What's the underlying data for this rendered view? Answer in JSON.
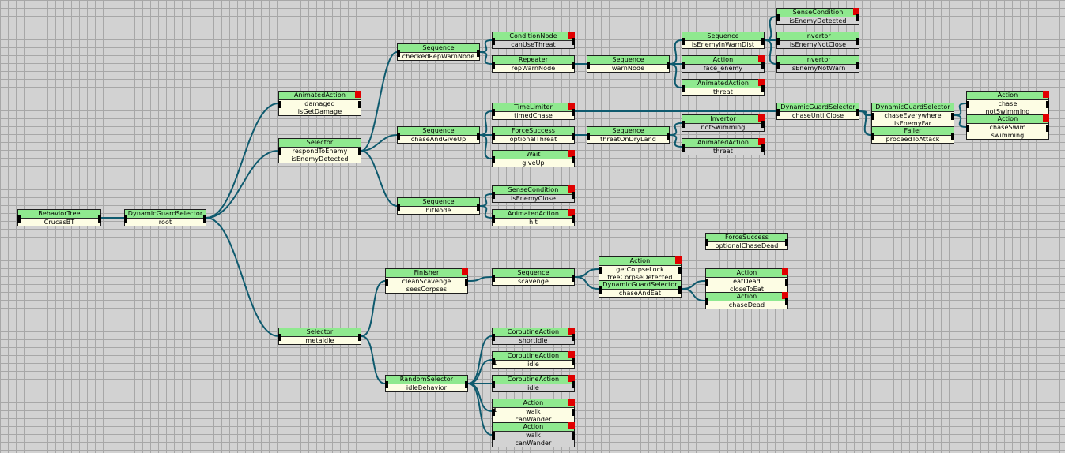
{
  "palette": {
    "header": "#8fe98f",
    "body": "#fdfde4",
    "inactive": "#d3d3d3",
    "badge": "#e00000",
    "edge": "#0e5a6e"
  },
  "nodes": [
    {
      "id": "n_bt",
      "type": "BehaviorTree",
      "lines": [
        "CrucasBT"
      ]
    },
    {
      "id": "n_root",
      "type": "DynamicGuardSelector",
      "lines": [
        "root"
      ]
    },
    {
      "id": "n_dmg",
      "type": "AnimatedAction",
      "lines": [
        "damaged",
        "isGetDamage"
      ],
      "badge": true
    },
    {
      "id": "n_respond",
      "type": "Selector",
      "lines": [
        "respondToEnemy",
        "isEnemyDetected"
      ]
    },
    {
      "id": "n_metaidle",
      "type": "Selector",
      "lines": [
        "metaIdle"
      ]
    },
    {
      "id": "n_crwn",
      "type": "Sequence",
      "lines": [
        "checkedRepWarnNode"
      ]
    },
    {
      "id": "n_cag",
      "type": "Sequence",
      "lines": [
        "chaseAndGiveUp"
      ]
    },
    {
      "id": "n_hit",
      "type": "Sequence",
      "lines": [
        "hitNode"
      ]
    },
    {
      "id": "n_cut",
      "type": "ConditionNode",
      "lines": [
        "canUseThreat"
      ],
      "badge": true,
      "gray": true
    },
    {
      "id": "n_rwn",
      "type": "Repeater",
      "lines": [
        "repWarnNode"
      ]
    },
    {
      "id": "n_tl",
      "type": "TimeLimiter",
      "lines": [
        "timedChase"
      ],
      "badge": true
    },
    {
      "id": "n_fs",
      "type": "ForceSuccess",
      "lines": [
        "optionalThreat"
      ]
    },
    {
      "id": "n_wait",
      "type": "Wait",
      "lines": [
        "giveUp"
      ],
      "badge": true
    },
    {
      "id": "n_iec",
      "type": "SenseCondition",
      "lines": [
        "isEnemyClose"
      ],
      "badge": true,
      "gray": true
    },
    {
      "id": "n_hitA",
      "type": "AnimatedAction",
      "lines": [
        "hit"
      ],
      "badge": true
    },
    {
      "id": "n_warn",
      "type": "Sequence",
      "lines": [
        "warnNode"
      ]
    },
    {
      "id": "n_todl",
      "type": "Sequence",
      "lines": [
        "threatOnDryLand"
      ]
    },
    {
      "id": "n_ieiwd",
      "type": "Sequence",
      "lines": [
        "isEnemyInWarnDist"
      ]
    },
    {
      "id": "n_face",
      "type": "Action",
      "lines": [
        "face_enemy"
      ],
      "badge": true,
      "gray": true
    },
    {
      "id": "n_thr1",
      "type": "AnimatedAction",
      "lines": [
        "threat"
      ],
      "badge": true,
      "num": "1"
    },
    {
      "id": "n_inv1",
      "type": "Invertor",
      "lines": [
        "notSwimming"
      ],
      "badge": true,
      "gray": true
    },
    {
      "id": "n_thr2",
      "type": "AnimatedAction",
      "lines": [
        "threat"
      ],
      "badge": true,
      "gray": true
    },
    {
      "id": "n_ied",
      "type": "SenseCondition",
      "lines": [
        "isEnemyDetected"
      ],
      "badge": true,
      "gray": true
    },
    {
      "id": "n_ienc",
      "type": "Invertor",
      "lines": [
        "isEnemyNotClose"
      ],
      "gray": true
    },
    {
      "id": "n_ienw",
      "type": "Invertor",
      "lines": [
        "isEnemyNotWarn"
      ],
      "gray": true
    },
    {
      "id": "n_cuc",
      "type": "DynamicGuardSelector",
      "lines": [
        "chaseUntilClose"
      ]
    },
    {
      "id": "n_ce",
      "type": "DynamicGuardSelector",
      "lines": [
        "chaseEverywhere",
        "isEnemyFar"
      ]
    },
    {
      "id": "n_pta",
      "type": "Failer",
      "lines": [
        "proceedToAttack"
      ]
    },
    {
      "id": "n_chase",
      "type": "Action",
      "lines": [
        "chase",
        "notSwimming"
      ],
      "badge": true
    },
    {
      "id": "n_swim",
      "type": "Action",
      "lines": [
        "chaseSwim",
        "swimming"
      ],
      "badge": true
    },
    {
      "id": "n_cs",
      "type": "Finisher",
      "lines": [
        "cleanScavenge",
        "seesCorpses"
      ],
      "badge": true
    },
    {
      "id": "n_scav",
      "type": "Sequence",
      "lines": [
        "scavenge"
      ]
    },
    {
      "id": "n_gcl",
      "type": "Action",
      "lines": [
        "getCorpseLock",
        "freeCorpseDetected"
      ],
      "badge": true
    },
    {
      "id": "n_cae",
      "type": "DynamicGuardSelector",
      "lines": [
        "chaseAndEat"
      ]
    },
    {
      "id": "n_ocd",
      "type": "ForceSuccess",
      "lines": [
        "optionalChaseDead"
      ]
    },
    {
      "id": "n_ed",
      "type": "Action",
      "lines": [
        "eatDead",
        "closeToEat"
      ],
      "badge": true
    },
    {
      "id": "n_cd",
      "type": "Action",
      "lines": [
        "chaseDead"
      ],
      "badge": true
    },
    {
      "id": "n_ib",
      "type": "RandomSelector",
      "lines": [
        "idleBehavior"
      ]
    },
    {
      "id": "n_si",
      "type": "CoroutineAction",
      "lines": [
        "shortIdle"
      ],
      "badge": true,
      "gray": true
    },
    {
      "id": "n_idle1",
      "type": "CoroutineAction",
      "lines": [
        "idle"
      ],
      "badge": true,
      "num": "1"
    },
    {
      "id": "n_idle2",
      "type": "CoroutineAction",
      "lines": [
        "idle"
      ],
      "badge": true,
      "gray": true
    },
    {
      "id": "n_walk1",
      "type": "Action",
      "lines": [
        "walk",
        "canWander"
      ],
      "badge": true,
      "num": "1"
    },
    {
      "id": "n_walk2",
      "type": "Action",
      "lines": [
        "walk",
        "canWander"
      ],
      "badge": true,
      "gray": true
    }
  ],
  "edges": [
    [
      "n_bt",
      "n_root"
    ],
    [
      "n_root",
      "n_dmg"
    ],
    [
      "n_root",
      "n_respond"
    ],
    [
      "n_root",
      "n_metaidle"
    ],
    [
      "n_respond",
      "n_crwn"
    ],
    [
      "n_respond",
      "n_cag"
    ],
    [
      "n_respond",
      "n_hit"
    ],
    [
      "n_crwn",
      "n_cut"
    ],
    [
      "n_crwn",
      "n_rwn"
    ],
    [
      "n_rwn",
      "n_warn"
    ],
    [
      "n_warn",
      "n_ieiwd"
    ],
    [
      "n_warn",
      "n_face"
    ],
    [
      "n_warn",
      "n_thr1"
    ],
    [
      "n_ieiwd",
      "n_ied"
    ],
    [
      "n_ieiwd",
      "n_ienc"
    ],
    [
      "n_ieiwd",
      "n_ienw"
    ],
    [
      "n_cag",
      "n_tl"
    ],
    [
      "n_cag",
      "n_fs"
    ],
    [
      "n_cag",
      "n_wait"
    ],
    [
      "n_tl",
      "n_cuc"
    ],
    [
      "n_cuc",
      "n_ce"
    ],
    [
      "n_cuc",
      "n_pta"
    ],
    [
      "n_ce",
      "n_chase"
    ],
    [
      "n_ce",
      "n_swim"
    ],
    [
      "n_fs",
      "n_todl"
    ],
    [
      "n_todl",
      "n_inv1"
    ],
    [
      "n_todl",
      "n_thr2"
    ],
    [
      "n_hit",
      "n_iec"
    ],
    [
      "n_hit",
      "n_hitA"
    ],
    [
      "n_metaidle",
      "n_cs"
    ],
    [
      "n_metaidle",
      "n_ib"
    ],
    [
      "n_cs",
      "n_scav"
    ],
    [
      "n_scav",
      "n_gcl"
    ],
    [
      "n_scav",
      "n_cae"
    ],
    [
      "n_cae",
      "n_ed"
    ],
    [
      "n_cae",
      "n_cd"
    ],
    [
      "n_ib",
      "n_si"
    ],
    [
      "n_ib",
      "n_idle1"
    ],
    [
      "n_ib",
      "n_idle2"
    ],
    [
      "n_ib",
      "n_walk1"
    ],
    [
      "n_ib",
      "n_walk2"
    ]
  ]
}
